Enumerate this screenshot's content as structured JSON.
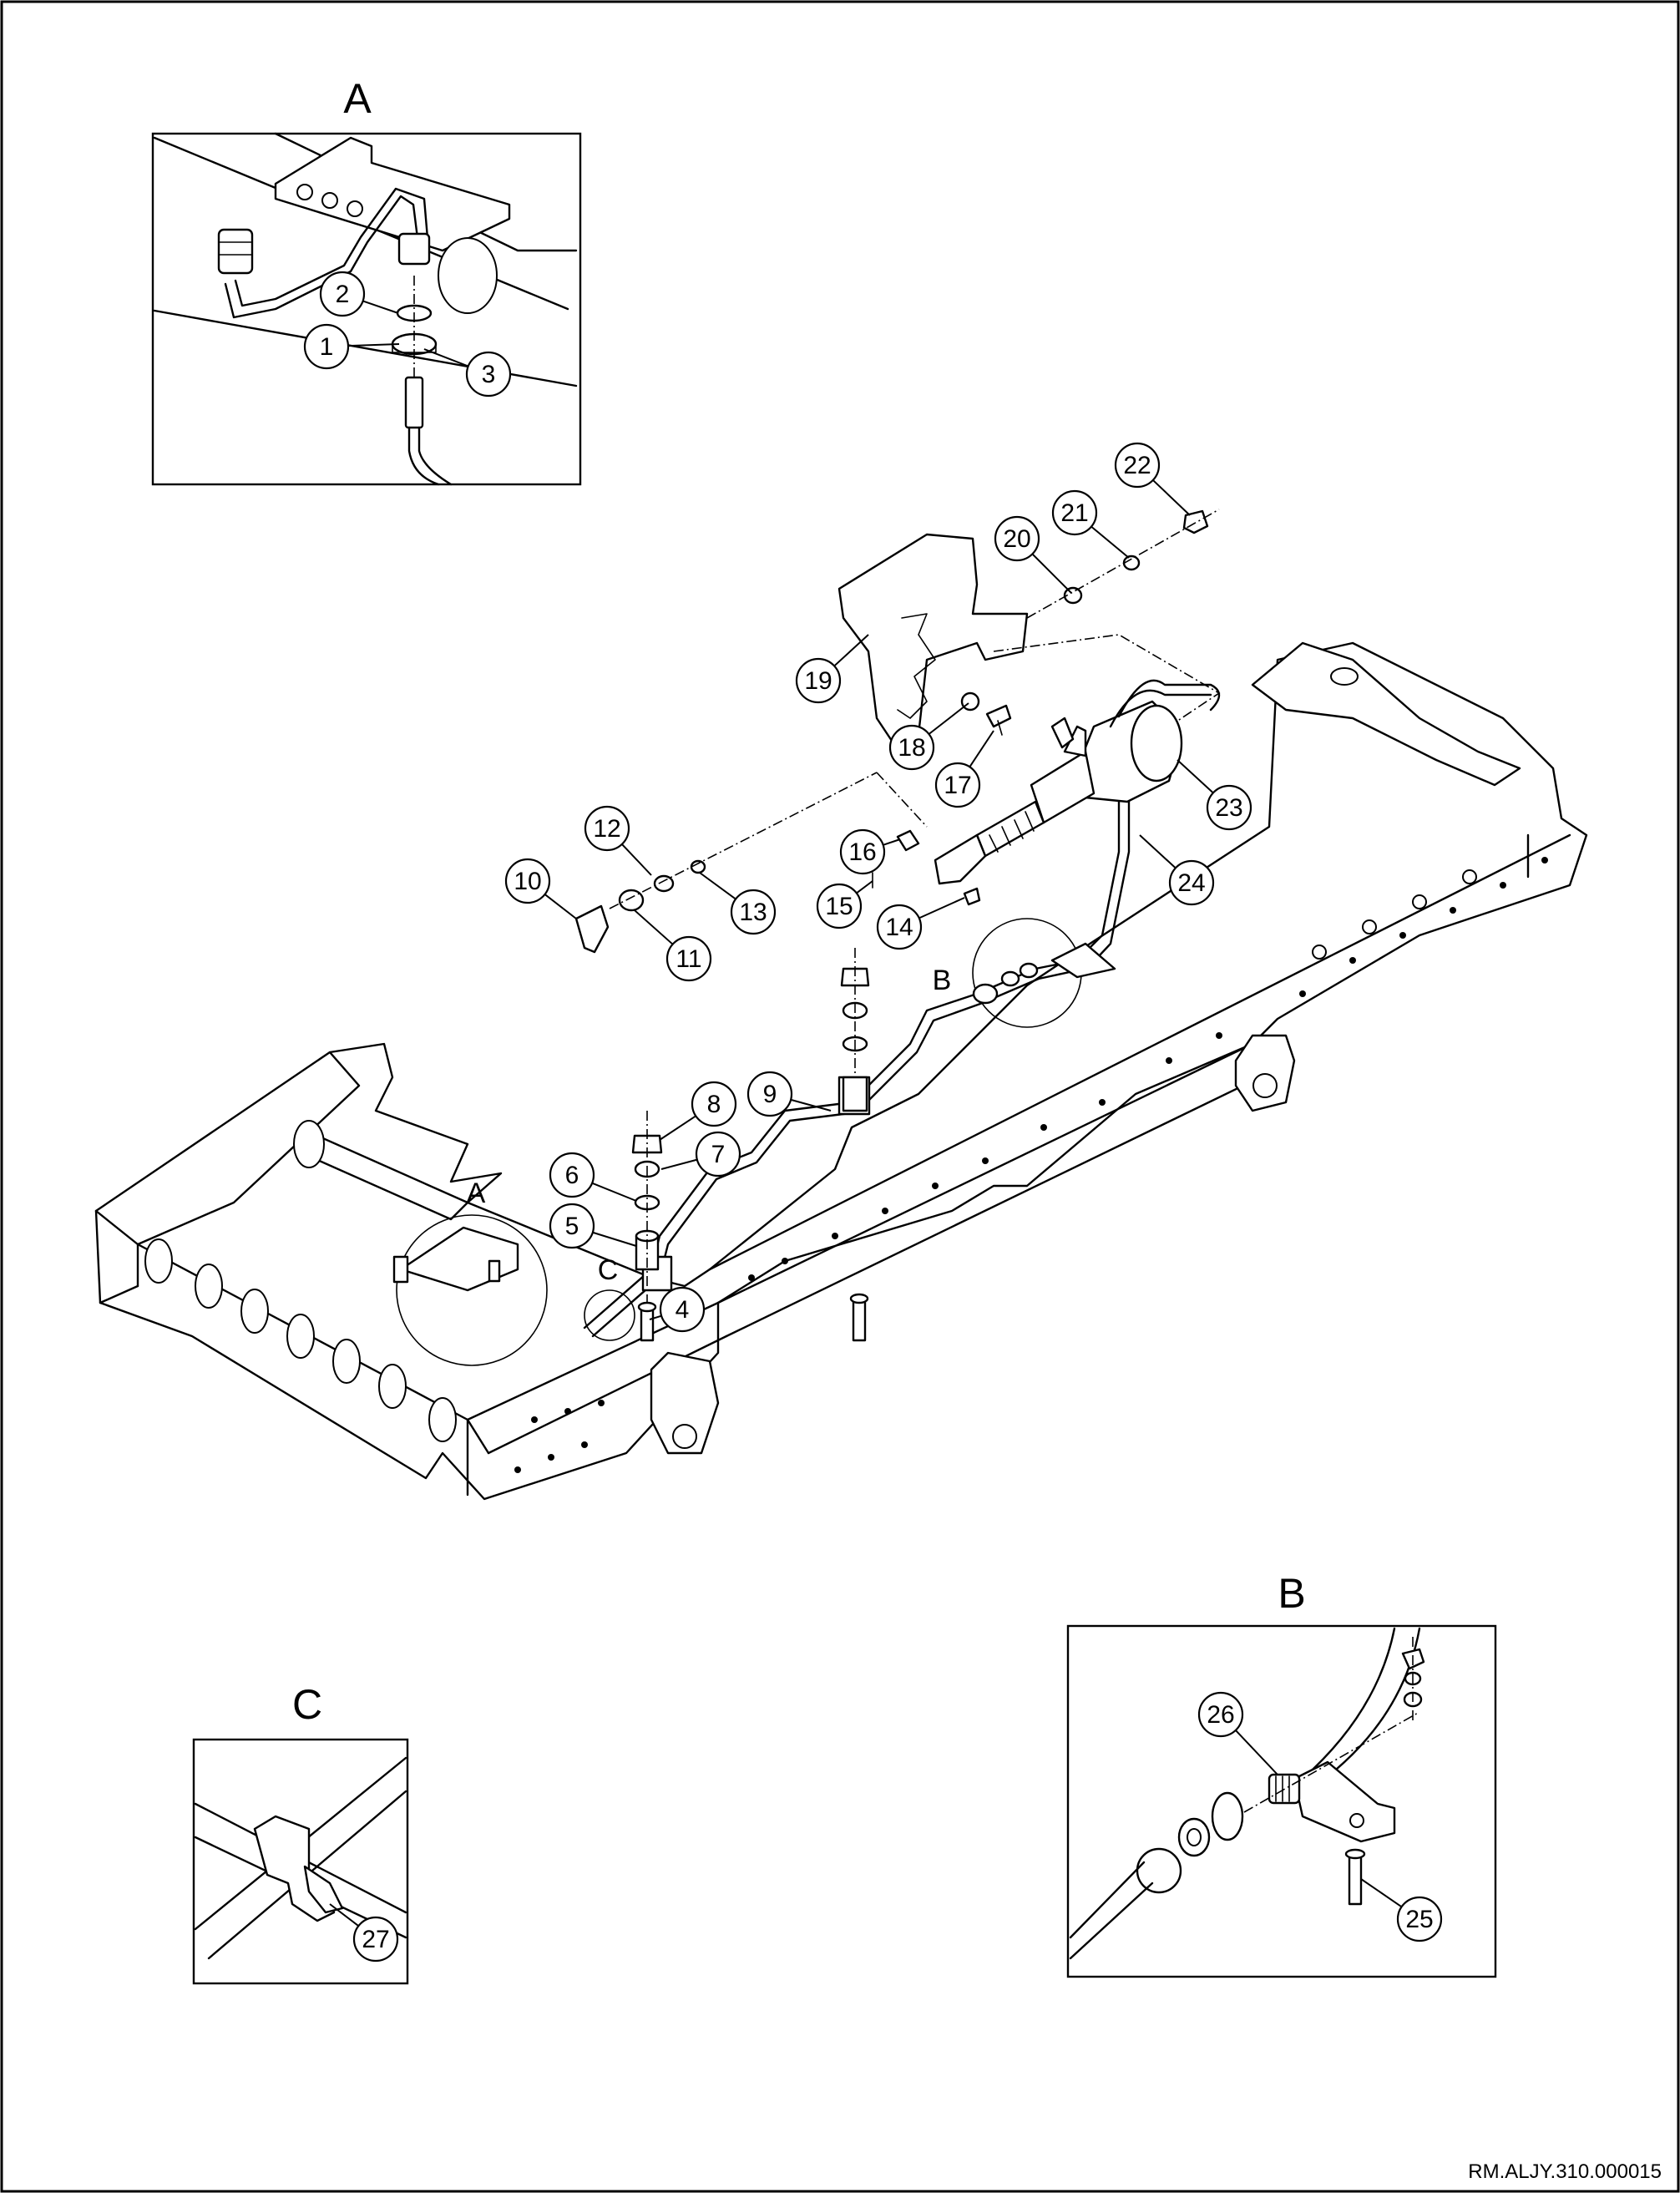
{
  "views": {
    "A": "A",
    "A_main": "A",
    "B": "B",
    "B_main": "B",
    "C": "C",
    "C_main": "C"
  },
  "callouts": [
    "1",
    "2",
    "3",
    "4",
    "5",
    "6",
    "7",
    "8",
    "9",
    "10",
    "11",
    "12",
    "13",
    "14",
    "15",
    "16",
    "17",
    "18",
    "19",
    "20",
    "21",
    "22",
    "23",
    "24",
    "25",
    "26",
    "27"
  ],
  "reference_code": "RM.ALJY.310.000015"
}
